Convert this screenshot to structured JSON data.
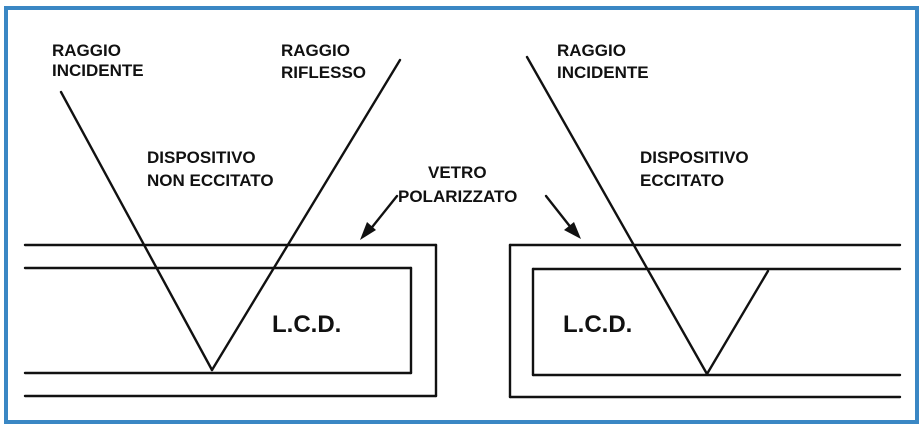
{
  "diagram": {
    "left_panel": {
      "incident_ray_label": [
        "RAGGIO",
        "INCIDENTE"
      ],
      "reflected_ray_label": [
        "RAGGIO",
        "RIFLESSO"
      ],
      "state_label": [
        "DISPOSITIVO",
        "NON  ECCITATO"
      ],
      "lcd_label": "L.C.D."
    },
    "center": {
      "glass_label": [
        "VETRO",
        "POLARIZZATO"
      ]
    },
    "right_panel": {
      "incident_ray_label": [
        "RAGGIO",
        "INCIDENTE"
      ],
      "state_label": [
        "DISPOSITIVO",
        "ECCITATO"
      ],
      "lcd_label": "L.C.D."
    }
  }
}
